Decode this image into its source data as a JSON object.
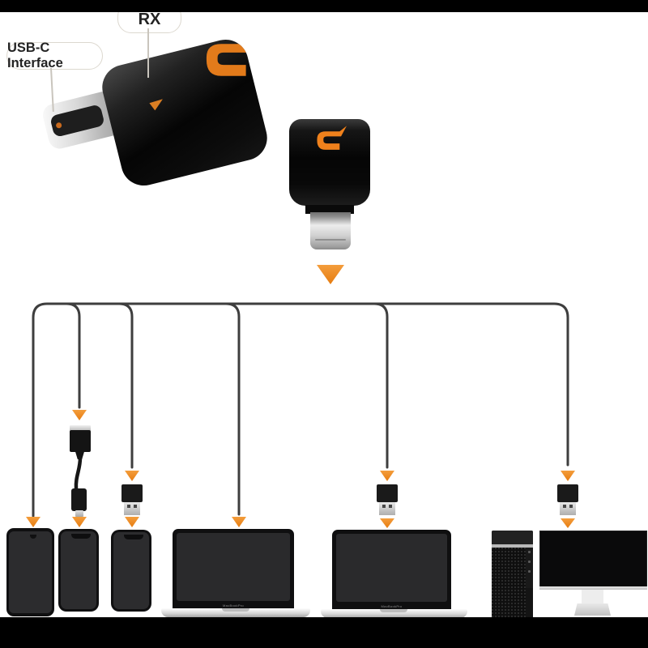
{
  "scene": {
    "description": "USB-C OTG adapter compatibility diagram",
    "background_color": "#FFFFFF",
    "letterbox_bar_color": "#000000"
  },
  "callouts": {
    "rx_label": "RX",
    "usbc_label": "USB-C Interface"
  },
  "brand": {
    "logo_glyph": "stylized-C-logo",
    "logo_color": "#EF811C"
  },
  "laptops": {
    "hinge_label": "MacBookPro"
  },
  "colors": {
    "accent_orange": "#EF8A25",
    "arrow_gradient_top": "#F49D3C",
    "arrow_gradient_bottom": "#E67C10",
    "connector_line": "#3E3E3E",
    "callout_border": "#DCD8CF",
    "device_black": "#101011",
    "metal_silver": "#D9D9D9"
  },
  "icons": {
    "down_arrow": "orange-down-triangle-icon",
    "brand_logo": "orange-c-logo-icon",
    "adapter_mark": "orange-arrow-mark-icon"
  },
  "devices": [
    "usb-c-to-usb-a-adapter-3d",
    "usb-c-to-usb-a-adapter-front",
    "usb-a-cable",
    "usb-a-dongle",
    "android-phone",
    "iphone",
    "iphone",
    "macbook-laptop",
    "macbook-laptop",
    "desktop-tower-pc",
    "desktop-monitor",
    "usb-a-dongle",
    "usb-a-dongle"
  ]
}
